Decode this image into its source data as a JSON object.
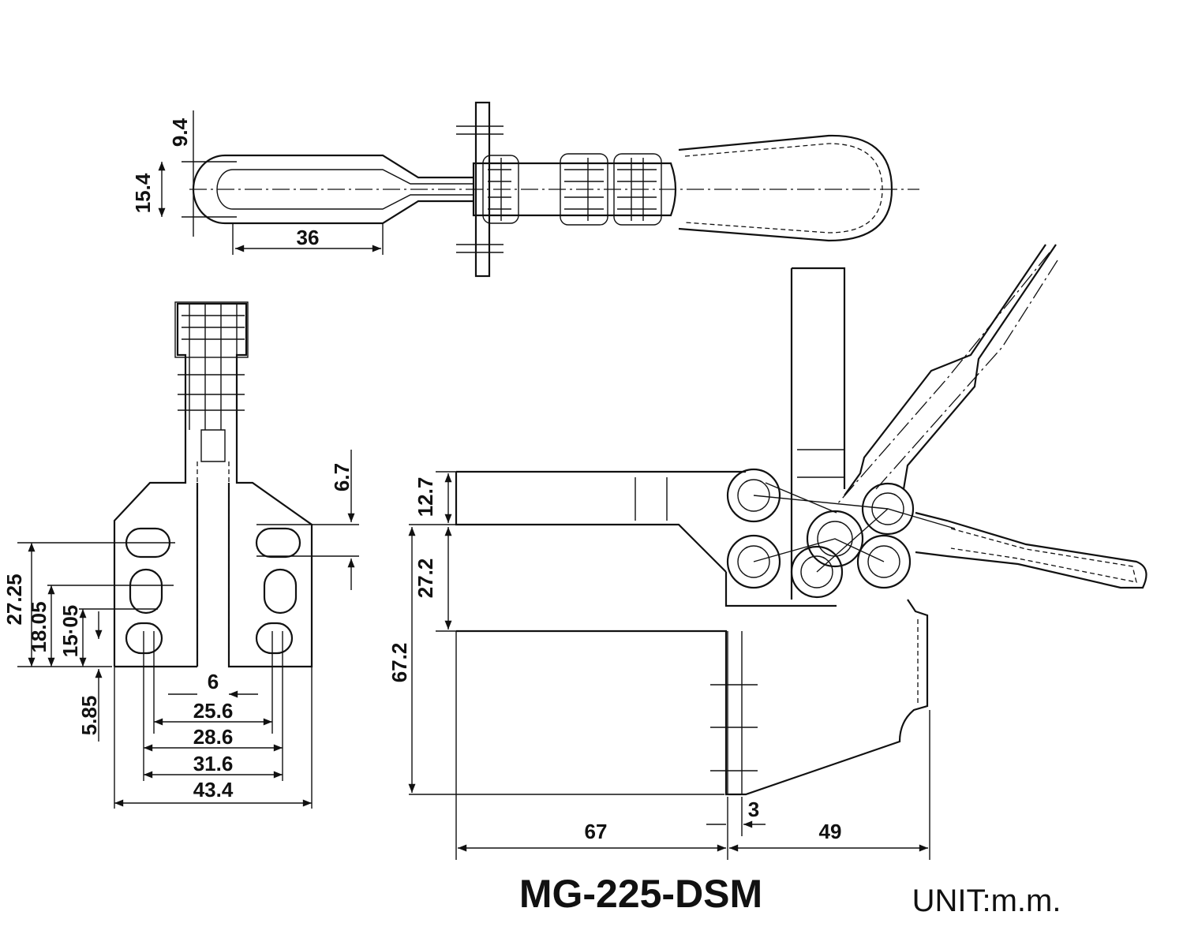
{
  "title": "MG-225-DSM",
  "unit": "UNIT:m.m.",
  "top_view": {
    "dims": [
      "9.4",
      "15.4",
      "36"
    ]
  },
  "front_view": {
    "dims": [
      "6.7",
      "27.25",
      "18.05",
      "15·05",
      "5.85",
      "6",
      "25.6",
      "28.6",
      "31.6",
      "43.4"
    ]
  },
  "side_view": {
    "dims": [
      "12.7",
      "27.2",
      "67.2",
      "3",
      "67",
      "49"
    ]
  }
}
